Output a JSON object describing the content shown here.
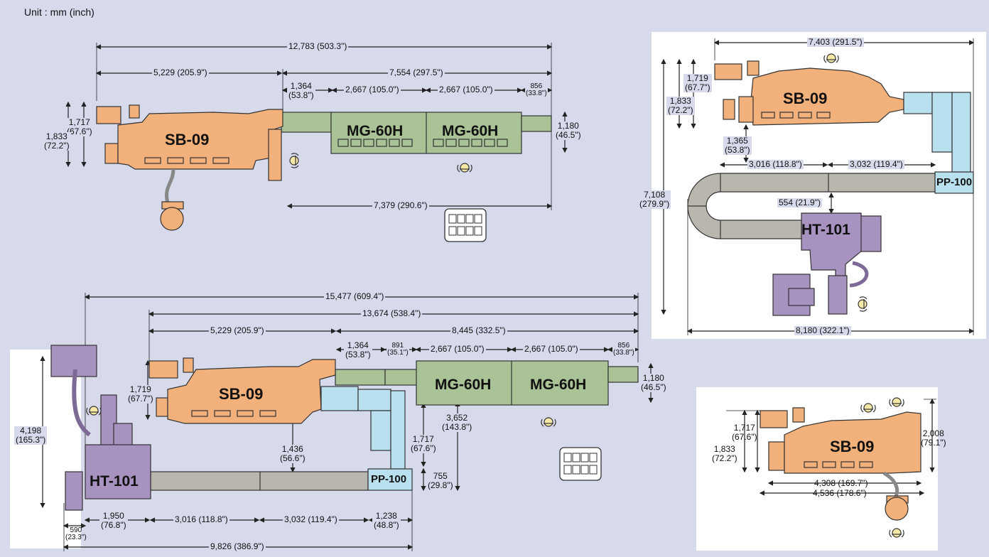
{
  "unit_label": "Unit : mm (inch)",
  "machines": {
    "sb": "SB-09",
    "mg": "MG-60H",
    "ht": "HT-101",
    "pp": "PP-100"
  },
  "layout1": {
    "total": "12,783 (503.3\")",
    "sb_len": "5,229 (205.9\")",
    "mg_total": "7,554 (297.5\")",
    "conv": "1,364\n(53.8\")",
    "mg1": "2,667 (105.0\")",
    "mg2": "2,667 (105.0\")",
    "end": "856\n(33.8\")",
    "height_right": "1,180\n(46.5\")",
    "h1": "1,717\n(67.6\")",
    "h2": "1,833\n(72.2\")",
    "bottom": "7,379 (290.6\")"
  },
  "layout2": {
    "width_top": "7,403 (291.5\")",
    "h1": "1,719\n(67.7\")",
    "h2": "1,833\n(72.2\")",
    "gap": "1,365\n(53.8\")",
    "c1": "3,016 (118.8\")",
    "c2": "3,032 (119.4\")",
    "height": "7,108\n(279.9\")",
    "ht_gap": "554 (21.9\")",
    "width_bottom": "8,180 (322.1\")"
  },
  "layout3": {
    "total": "15,477 (609.4\")",
    "total2": "13,674 (538.4\")",
    "sb_len": "5,229 (205.9\")",
    "mg_total": "8,445 (332.5\")",
    "conv": "1,364\n(53.8\")",
    "conv2": "891\n(35.1\")",
    "mg1": "2,667 (105.0\")",
    "mg2": "2,667 (105.0\")",
    "end": "856\n(33.8\")",
    "height_right": "1,180\n(46.5\")",
    "h_sb": "1,719\n(67.7\")",
    "height_left": "4,198\n(165.3\")",
    "sb_ht_gap": "1,436\n(56.6\")",
    "mg_depth": "3,652\n(143.8\")",
    "pp_h": "1,717\n(67.6\")",
    "pp_w": "755\n(29.8\")",
    "ht_w": "1,950\n(76.8\")",
    "c1": "3,016 (118.8\")",
    "c2": "3,032 (119.4\")",
    "pp_len": "1,238\n(48.8\")",
    "ht_small": "590\n(23.3\")",
    "bottom": "9,826 (386.9\")"
  },
  "layout4": {
    "h1": "1,717\n(67.6\")",
    "h2": "1,833\n(72.2\")",
    "h3": "2,008\n(79.1\")",
    "w1": "4,308 (169.7\")",
    "w2": "4,536 (178.6\")"
  },
  "colors": {
    "background": "#d7daea",
    "sb_fill": "#f2b07a",
    "mg_fill": "#a9c296",
    "ht_fill": "#a892c0",
    "pp_fill": "#b9e0ef",
    "conveyor_fill": "#b9b6ae",
    "outline": "#333333"
  }
}
